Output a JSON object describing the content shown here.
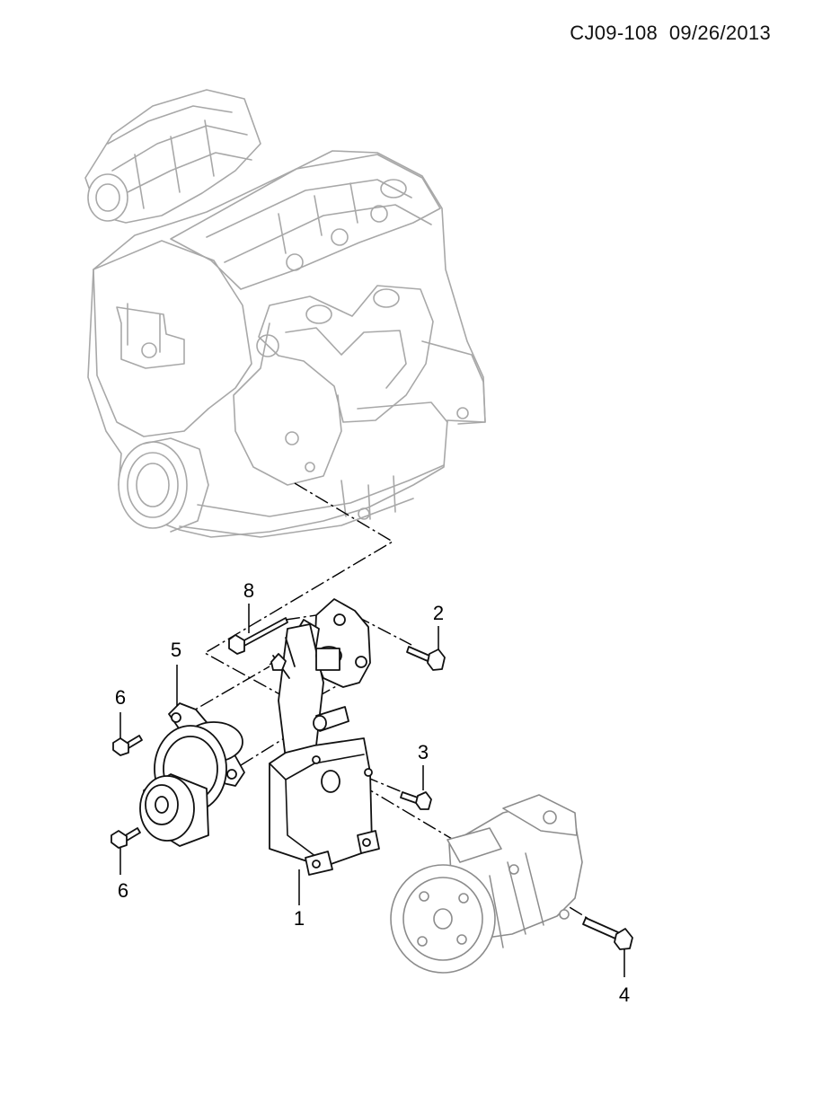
{
  "header": {
    "code": "CJ09-108",
    "date": "09/26/2013"
  },
  "callouts": {
    "c1": "1",
    "c2": "2",
    "c3": "3",
    "c4": "4",
    "c5": "5",
    "c6a": "6",
    "c6b": "6",
    "c8": "8"
  },
  "colors": {
    "ink": "#000000",
    "engine_outline": "#a8a8a8",
    "compressor_outline": "#8c8c8c",
    "background": "#ffffff"
  }
}
